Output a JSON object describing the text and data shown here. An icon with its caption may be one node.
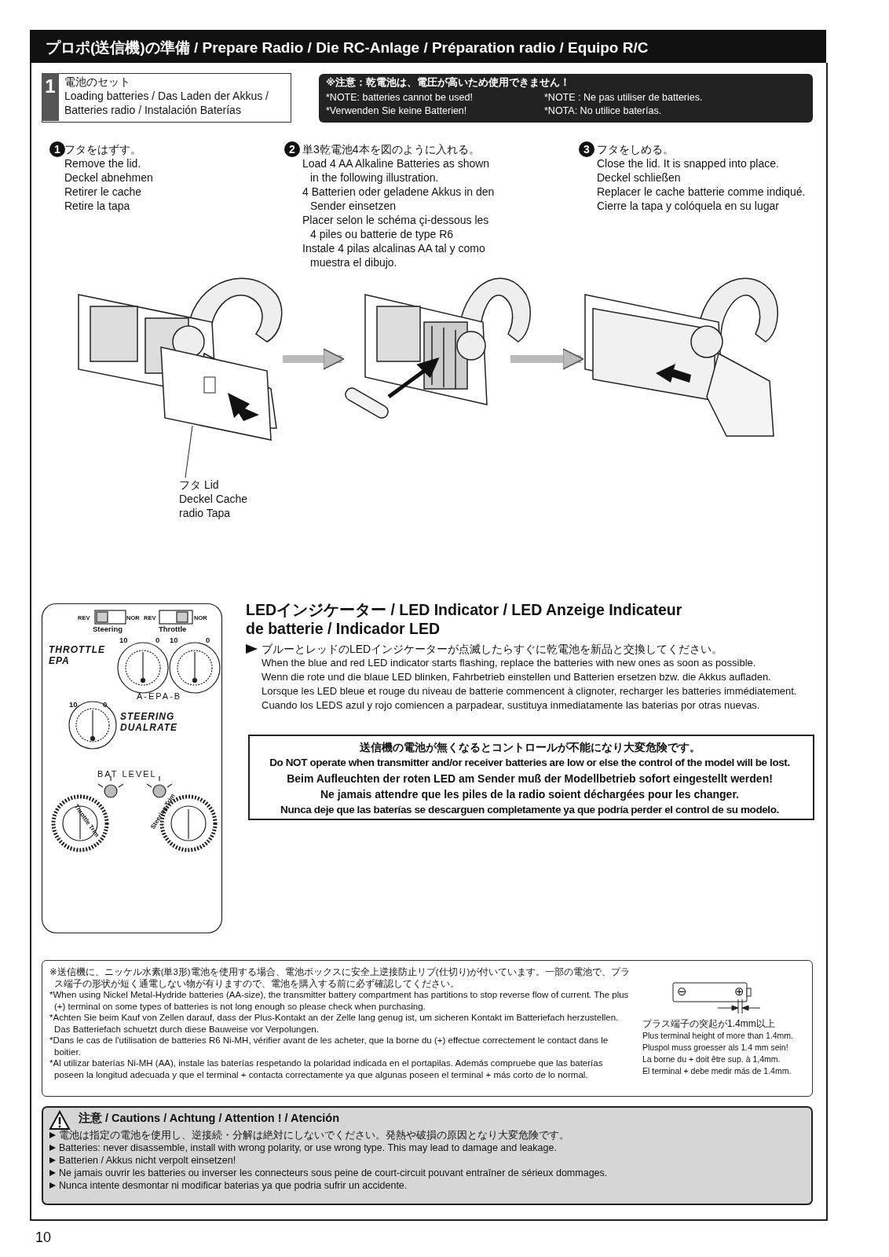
{
  "diagram": {
    "title": "プロポ(送信機)の準備 / Prepare Radio / Die RC-Anlage / Préparation radio / Equipo R/C",
    "nodes": [
      {
        "text": [],
        "shape": "picture"
      },
      {
        "text": [],
        "shape": "picture",
        "in": 0
      },
      {
        "text": [],
        "shape": "picture"
      },
      {
        "text": [],
        "shape": "picture"
      },
      {
        "text": [
          "フタ Lid Deckel Cache radio Tapa"
        ]
      }
    ],
    "edges": [
      {
        "from": 0,
        "to": 2,
        "arrow": "to"
      },
      {
        "from": 2,
        "to": 3,
        "arrow": "to"
      },
      {
        "from": 4,
        "to": 1,
        "arrow": "none",
        "color": "#222222"
      }
    ],
    "labels": [
      "1",
      "電池のセット",
      "Loading batteries / Das Laden der Akkus / Batteries radio / Instalación Baterías",
      "※注意：乾電池は、電圧が高いため使用できません！",
      "*NOTE: batteries cannot be used!",
      "*NOTE : Ne pas utiliser de batteries.",
      "*Verwenden Sie keine Batterien!",
      "*NOTA: No utilice baterías.",
      "1",
      "フタをはずす。",
      "Remove the lid.",
      "Deckel abnehmen",
      "Retirer le cache",
      "Retire la tapa",
      "2",
      "単3乾電池4本を図のように入れる。",
      "Load 4 AA Alkaline Batteries as shown in the following illustration.",
      "4 Batterien oder geladene Akkus in den Sender einsetzen",
      "Placer selon le schéma çi-dessous les 4 piles ou batterie de type R6",
      "Instale 4 pilas alcalinas AA tal y como muestra el dibujo.",
      "3",
      "フタをしめる。",
      "Close the lid. It is snapped into place.",
      "Deckel schließen",
      "Replacer le cache batterie comme indiqué.",
      "Cierre la tapa y colóquela en su lugar",
      "REV",
      "NOR",
      "REV",
      "NOR",
      "Steering",
      "Throttle",
      "10",
      "0",
      "10",
      "0",
      "THROTTLE EPA",
      "A-EPA-B",
      "10",
      "0",
      "STEERING DUALRATE",
      "BAT LEVEL",
      "Throttle Trim",
      "Steering Trim",
      "LEDインジケーター / LED Indicator / LED Anzeige Indicateur de batterie / Indicador LED",
      "ブルーとレッドのLEDインジケーターが点滅したらすぐに乾電池を新品と交換してください。",
      "When the blue and red LED indicator starts flashing, replace the batteries with new ones as soon as possible.",
      "Wenn die rote und die blaue LED blinken, Fahrbetrieb einstellen und Batterien ersetzen bzw. die Akkus aufladen.",
      "Lorsque les LED bleue et rouge du niveau de batterie commencent à clignoter, recharger les batteries immédiatement.",
      "Cuando los LEDS azul y rojo comiencen a parpadear, sustituya inmediatamente las baterias por otras nuevas.",
      "送信機の電池が無くなるとコントロールが不能になり大変危険です。",
      "Do NOT operate when transmitter and/or receiver batteries are low or else the control of the model will be lost.",
      "Beim Aufleuchten der roten LED am Sender muß der Modellbetrieb sofort eingestellt werden!",
      "Ne jamais attendre que les piles de la radio soient déchargées pour les changer.",
      "Nunca deje que las baterías se descarguen completamente ya que podría perder el control de su modelo.",
      "※送信機に、ニッケル水素(単3形)電池を使用する場合、電池ボックスに安全上逆接防止リブ(仕切り)が付いています。一部の電池で、プラス端子の形状が短く通電しない物が有りますので、電池を購入する前に必ず確認してください。",
      "*When using Nickel Metal-Hydride batteries (AA-size), the transmitter battery compartment has partitions to stop reverse flow of current. The plus (+) terminal on some types of batteries is not long enough so please check when purchasing.",
      "*Achten Sie beim Kauf von Zellen darauf, dass der Plus-Kontakt an der Zelle lang genug ist, um sicheren Kontakt im Batteriefach herzustellen. Das Batteriefach schuetzt durch diese Bauweise vor Verpolungen.",
      "*Dans le cas de l'utilisation de batteries R6 Ni-MH, vérifier avant de les acheter, que la borne du (+) effectue correctement le contact dans le boitier.",
      "*Al utilizar baterías Ni-MH (AA), instale las baterías respetando la polaridad indicada en el portapilas. Además compruebe que las baterías poseen la longitud adecuada y que el terminal + contacta correctamente ya que algunas poseen el terminal + más corto de lo normal.",
      "⊖",
      "⊕",
      "プラス端子の突起が1.4mm以上",
      "Plus terminal height of more than 1.4mm.",
      "Pluspol muss groesser als 1.4 mm sein!",
      "La borne du + doit être sup. à 1,4mm.",
      "El terminal + debe medir más de 1.4mm.",
      "注意 / Cautions / Achtung / Attention ! / Atención",
      "電池は指定の電池を使用し、逆接続・分解は絶対にしないでください。発熱や破損の原因となり大変危険です。",
      "Batteries: never disassemble, install with wrong polarity, or use wrong type. This may lead to damage and leakage.",
      "Batterien / Akkus nicht verpolt einsetzen!",
      "Ne jamais ouvrir les batteries ou inverser les connecteurs sous peine de court-circuit pouvant entraîner de sérieux dommages.",
      "Nunca intente desmontar ni modificar baterias ya que podria sufrir un accidente.",
      "10"
    ]
  }
}
